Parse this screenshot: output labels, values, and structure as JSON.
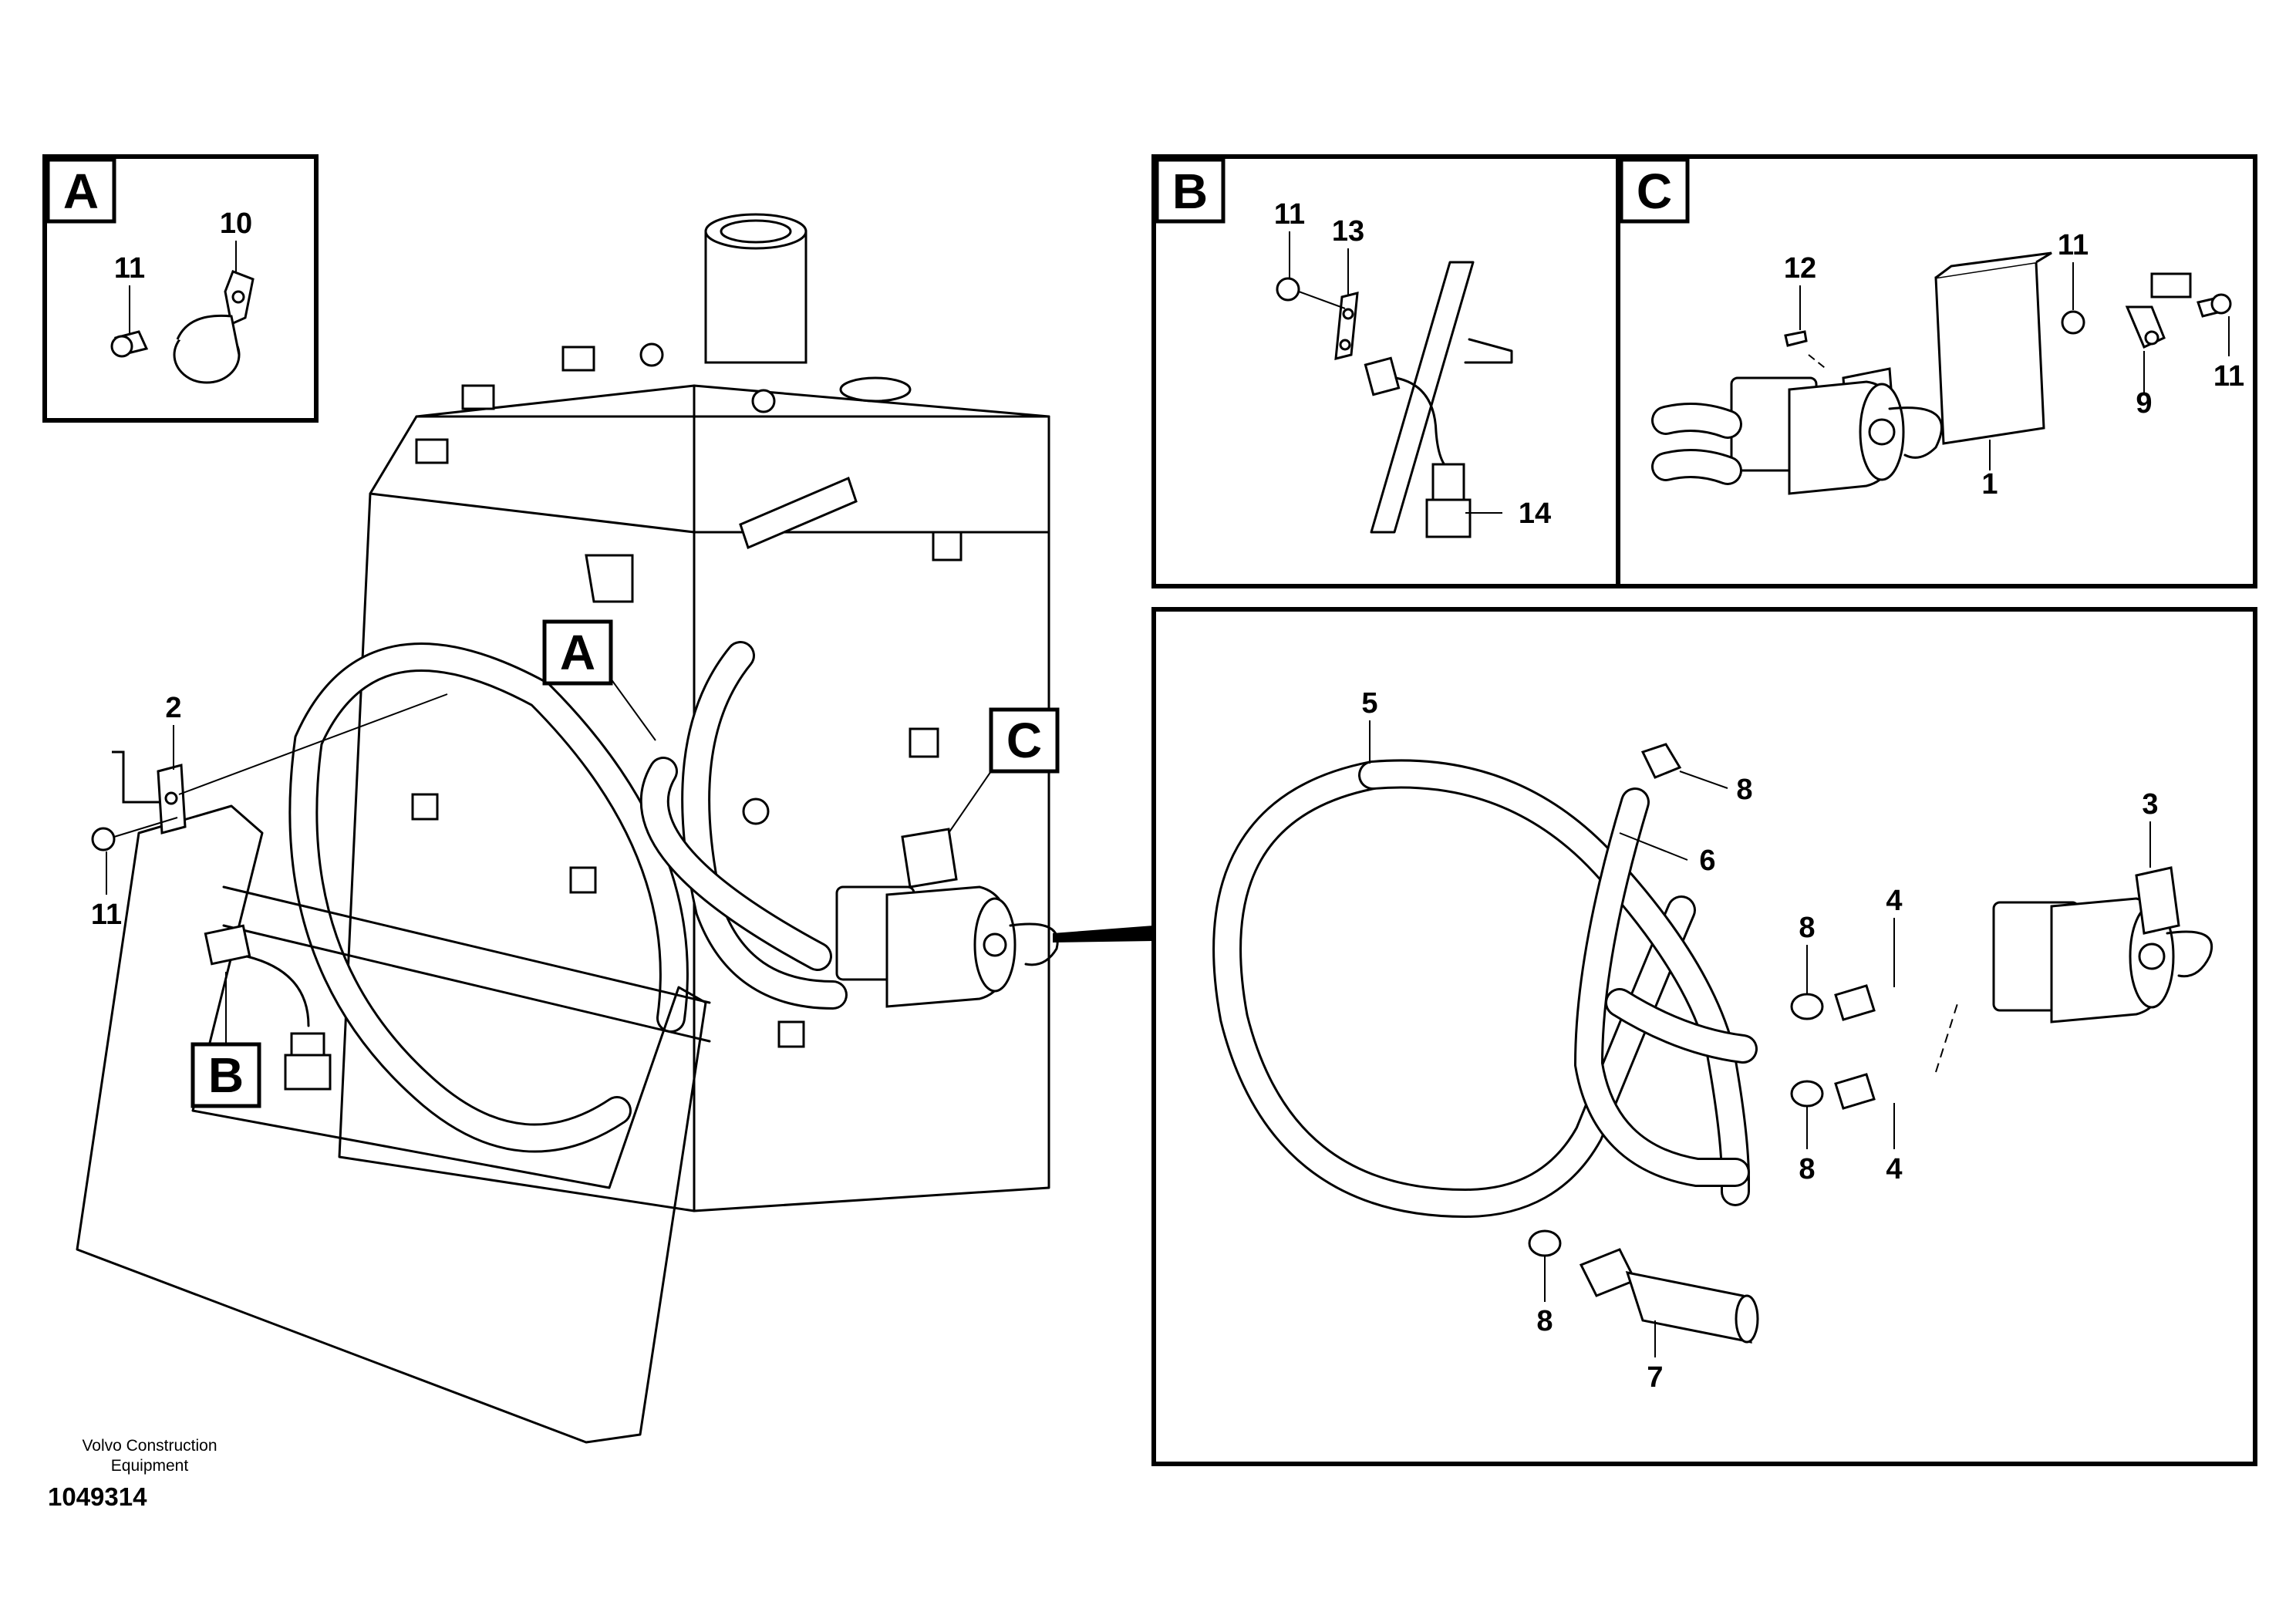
{
  "drawing": {
    "maker": "Volvo Construction\nEquipment",
    "number": "1049314"
  },
  "panels": {
    "A": {
      "letter": "A",
      "callouts": [
        "10",
        "11"
      ]
    },
    "B": {
      "letter": "B",
      "callouts": [
        "11",
        "13",
        "14"
      ]
    },
    "C": {
      "letter": "C",
      "callouts": [
        "12",
        "11",
        "11",
        "9",
        "1"
      ]
    },
    "exploded": {
      "callouts": [
        "5",
        "8",
        "6",
        "3",
        "4",
        "8",
        "8",
        "4",
        "8",
        "7"
      ]
    }
  },
  "main_view": {
    "view_markers": [
      "A",
      "C",
      "B"
    ],
    "callouts": [
      "2",
      "11"
    ]
  }
}
